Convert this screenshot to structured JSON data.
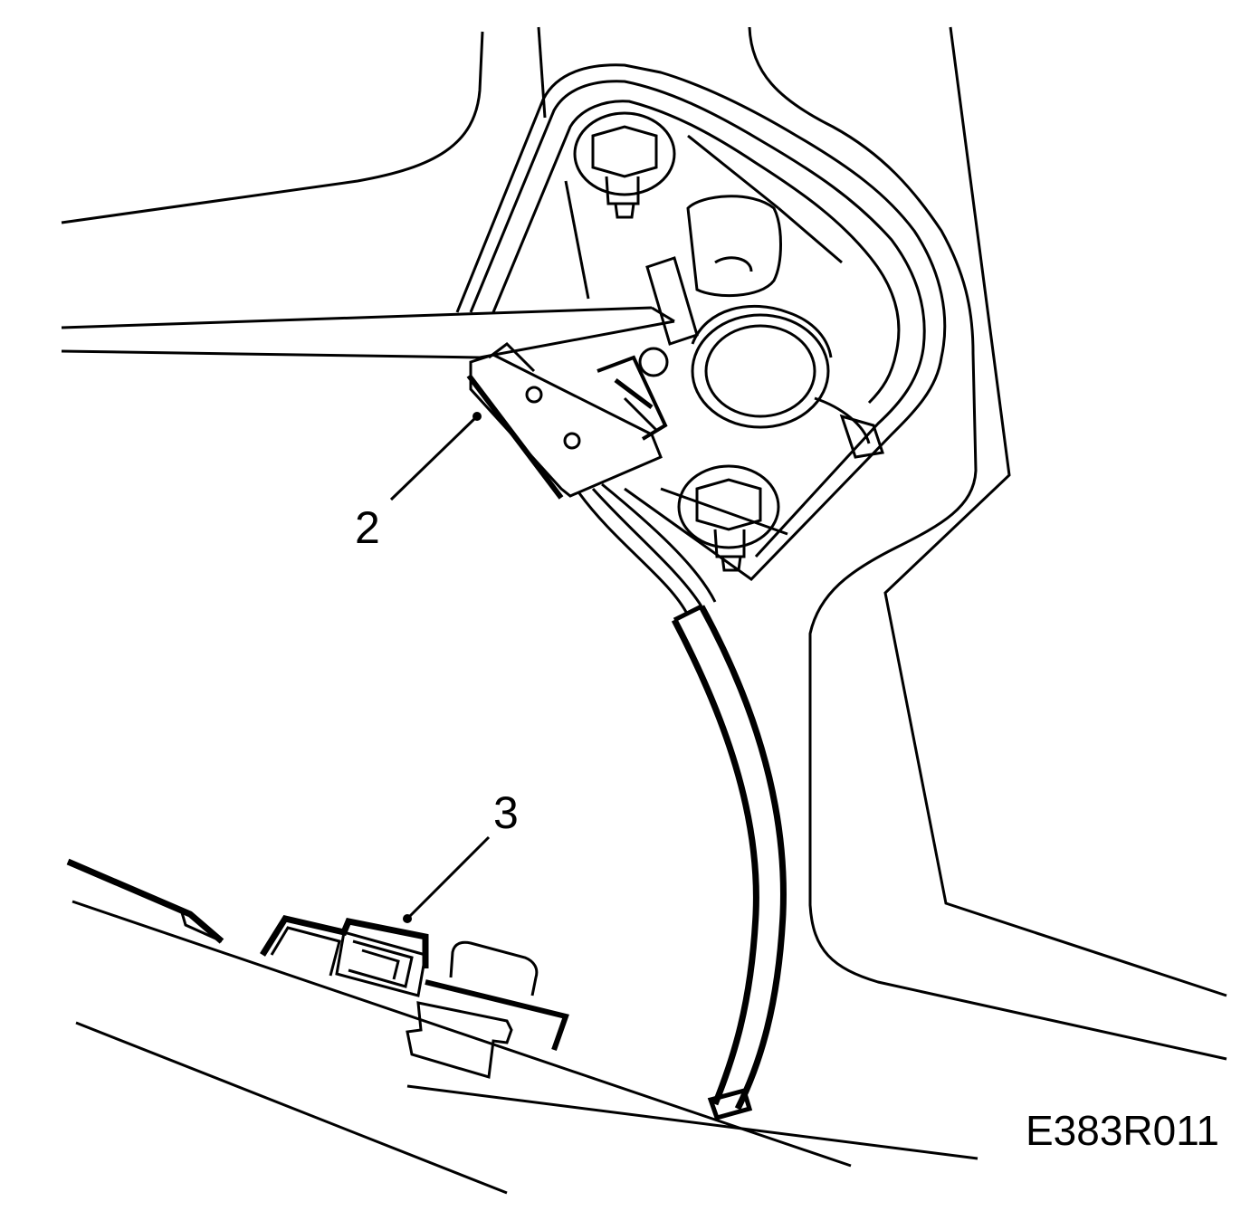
{
  "callouts": {
    "item_2": "2",
    "item_3": "3"
  },
  "figure_code": "E383R011",
  "colors": {
    "line": "#000000",
    "background": "#ffffff"
  }
}
